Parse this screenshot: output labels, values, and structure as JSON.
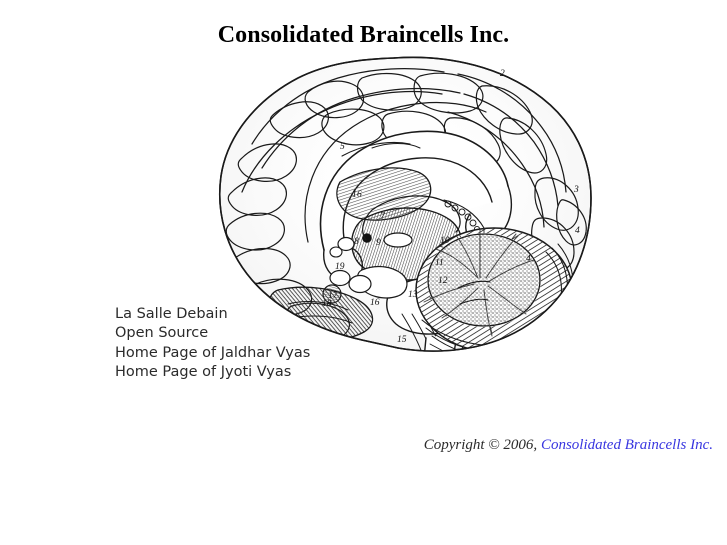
{
  "page": {
    "title": "Consolidated Braincells Inc.",
    "background_color": "#ffffff"
  },
  "links": {
    "items": [
      {
        "label": "La Salle Debain"
      },
      {
        "label": "Open Source"
      },
      {
        "label": "Home Page of Jaldhar Vyas"
      },
      {
        "label": "Home Page of Jyoti Vyas"
      }
    ],
    "text_color": "#2b2b2b"
  },
  "illustration": {
    "name": "brain-sagittal-section-engraving",
    "description": "Black and white anatomical engraving of a medial sagittal section of the human brain",
    "numbered_labels": [
      "1",
      "2",
      "3",
      "4",
      "4",
      "5",
      "6",
      "7",
      "8",
      "9",
      "10",
      "11",
      "12",
      "13",
      "15",
      "16",
      "17",
      "18",
      "19"
    ],
    "ink_color": "#1a1a1a"
  },
  "footer": {
    "copyright_text": "Copyright © 2006,",
    "company_link": "Consolidated Braincells Inc.",
    "link_color": "#3836e0",
    "text_color": "#2b2b2b"
  }
}
